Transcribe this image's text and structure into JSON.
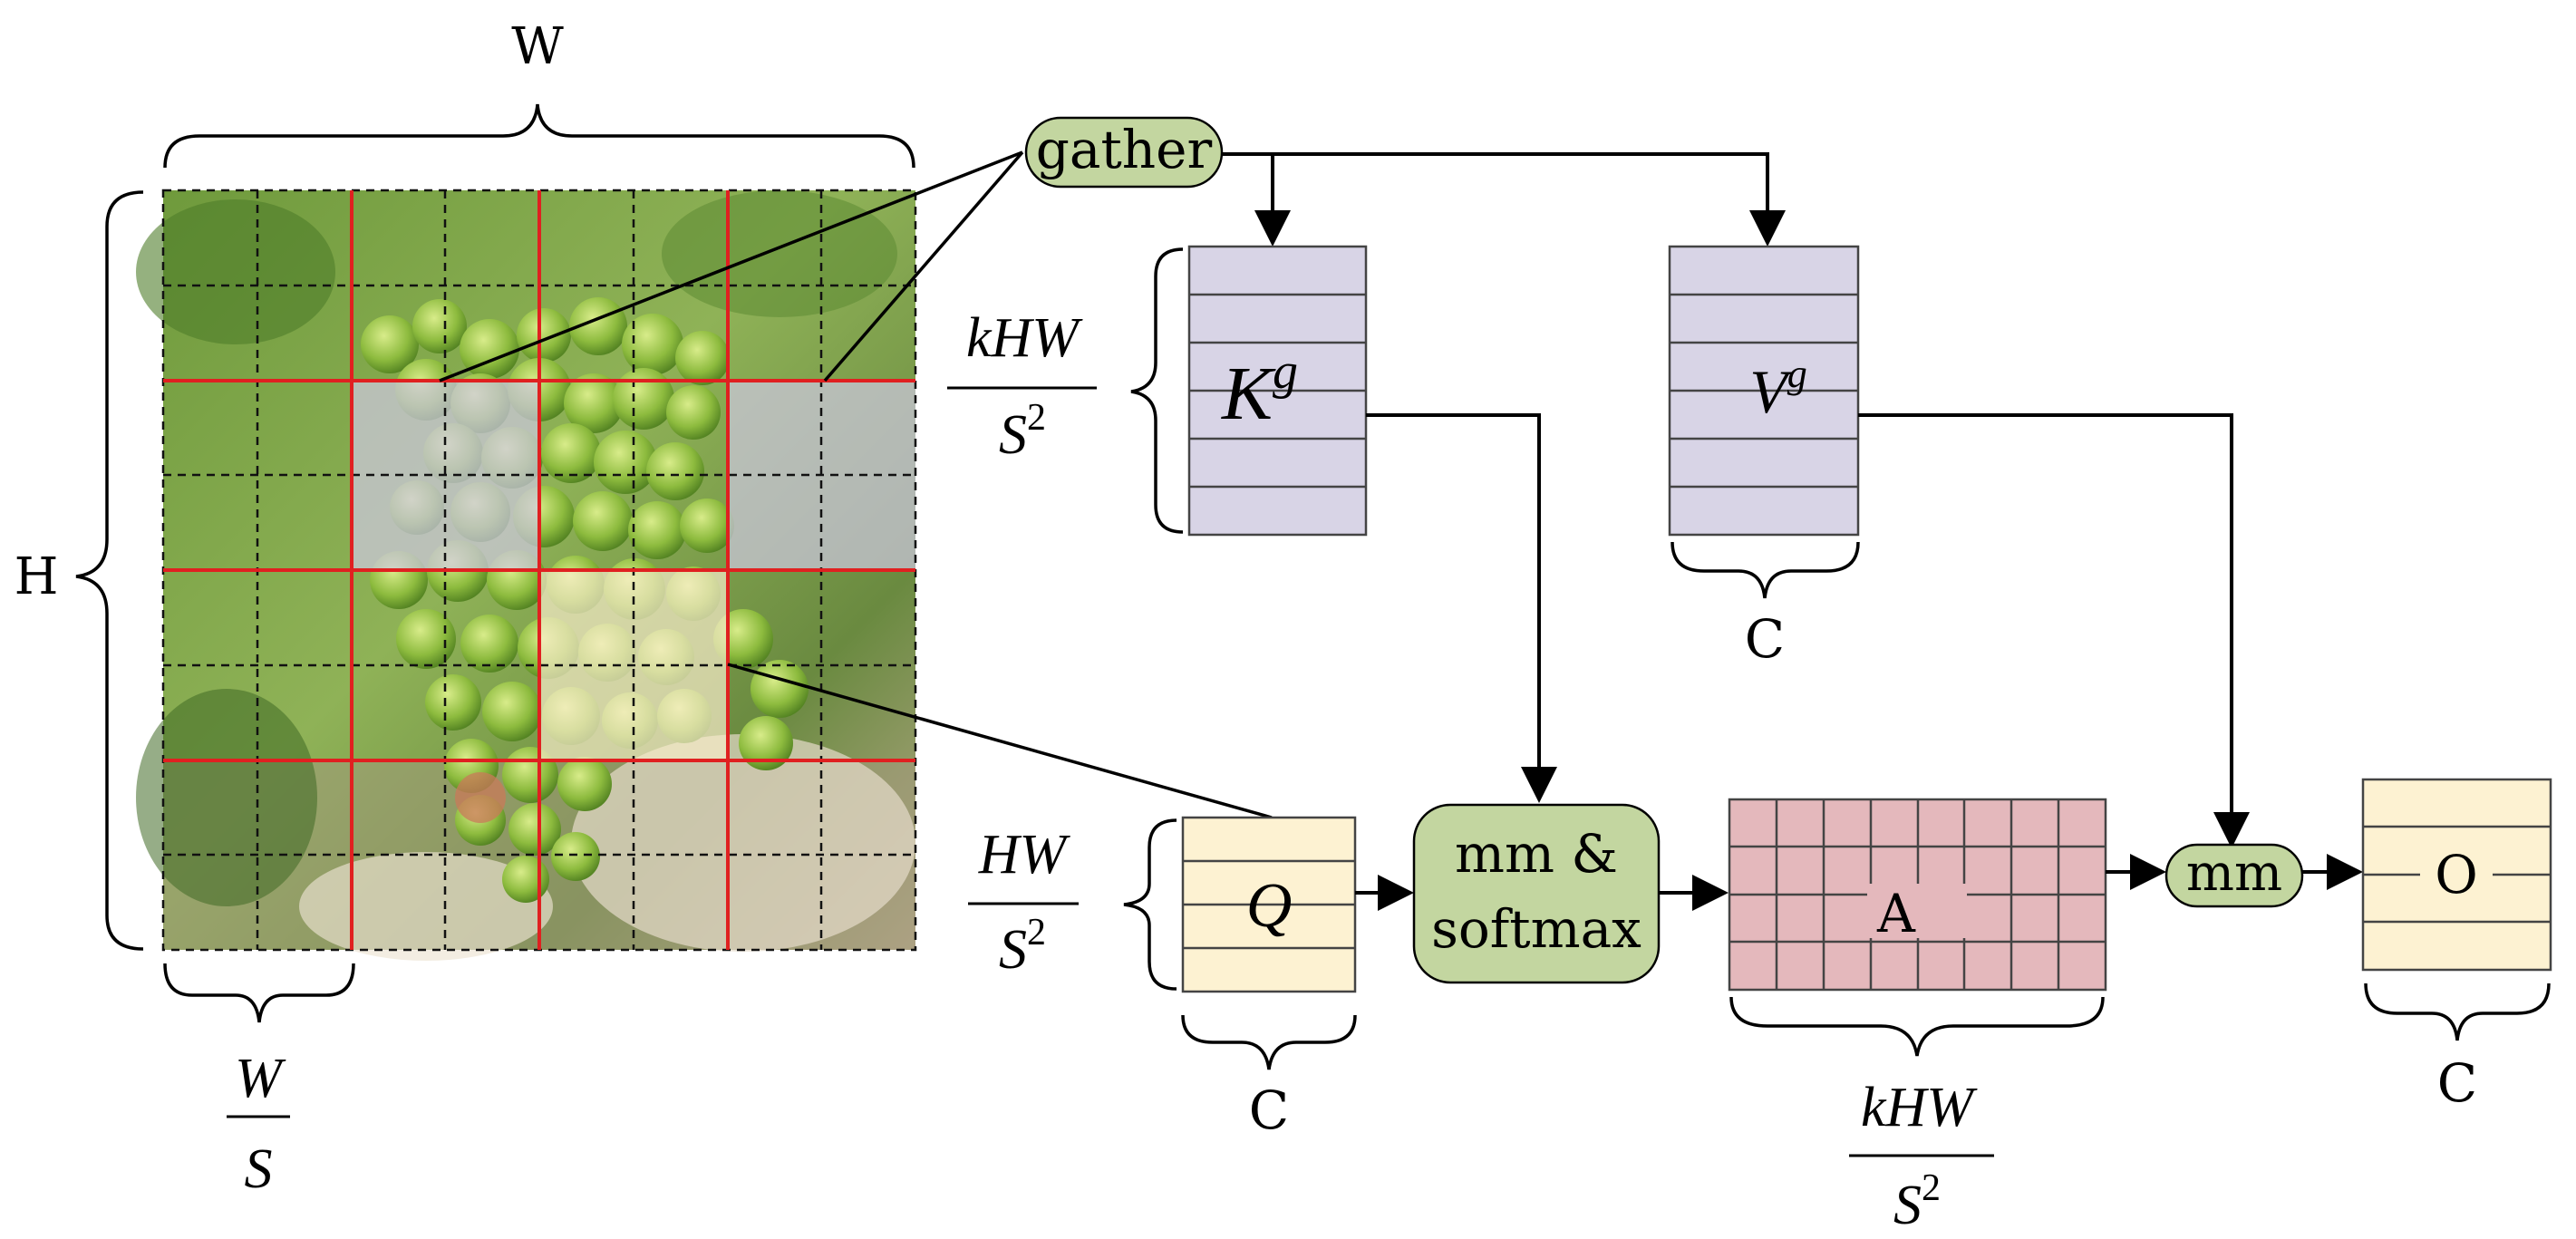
{
  "image": {
    "labels": {
      "width": "W",
      "height": "H"
    },
    "window_size": {
      "num": "W",
      "den": "S"
    }
  },
  "gather": {
    "label": "gather"
  },
  "keys": {
    "symbol": "K",
    "sup": "g",
    "count": {
      "num": "kHW",
      "den": "S",
      "exp": "2"
    }
  },
  "values": {
    "symbol": "V",
    "sup": "g",
    "width_label": "C"
  },
  "query": {
    "symbol": "Q",
    "count": {
      "num": "HW",
      "den": "S",
      "exp": "2"
    },
    "width_label": "C"
  },
  "mm_softmax": {
    "line1": "mm &",
    "line2": "softmax"
  },
  "attention": {
    "symbol": "A",
    "width": {
      "num": "kHW",
      "den": "S",
      "exp": "2"
    }
  },
  "mm": {
    "label": "mm"
  },
  "output": {
    "symbol": "O",
    "width_label": "C"
  },
  "colors": {
    "op_fill": "#c3d6a0",
    "kv_fill": "#d8d4e6",
    "q_fill": "#fdf2d2",
    "a_fill": "#e4b8bc",
    "region_line": "#e02020",
    "window_line": "#1a1a1a"
  }
}
